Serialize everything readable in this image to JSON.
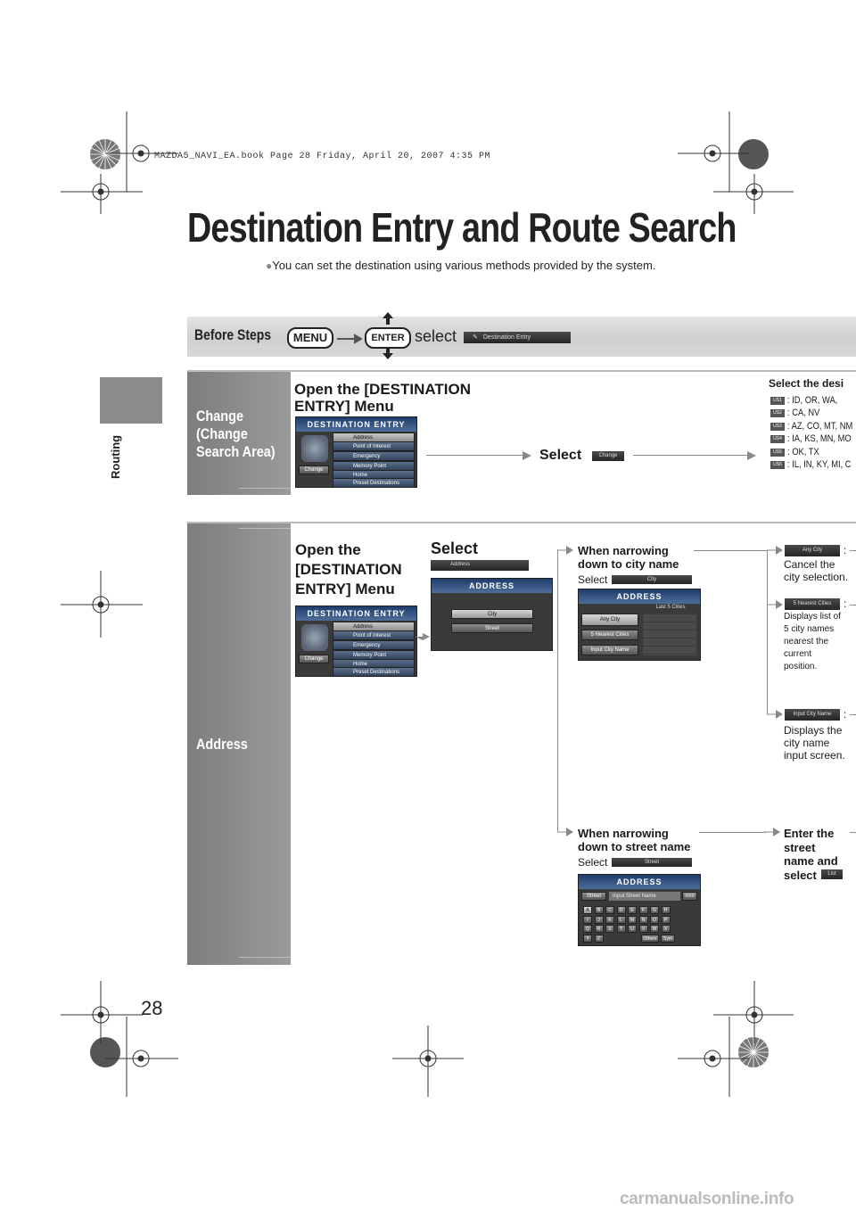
{
  "slug": "MAZDA5_NAVI_EA.book  Page 28  Friday, April 20, 2007  4:35 PM",
  "page": {
    "title": "Destination Entry and Route Search",
    "subtitle": "You can set the destination using various methods provided by the system.",
    "section_tab": "Routing",
    "page_number": "28",
    "footer_url": "carmanualsonline.info"
  },
  "before_steps": {
    "label": "Before Steps",
    "menu_key": "MENU",
    "enter_key": "ENTER",
    "select_text": "select",
    "chip": "Destination Entry"
  },
  "change": {
    "label": "Change\n(Change\nSearch Area)",
    "step1": "Open the [DESTINATION\nENTRY] Menu",
    "select_text": "Select",
    "select_chip": "Change",
    "result_head": "Select the desi",
    "zones": [
      {
        "chip": "US1",
        "states": ": ID, OR, WA,"
      },
      {
        "chip": "US2",
        "states": ": CA, NV"
      },
      {
        "chip": "US3",
        "states": ": AZ, CO, MT, NM"
      },
      {
        "chip": "US4",
        "states": ": IA, KS, MN, MO"
      },
      {
        "chip": "US5",
        "states": ": OK, TX"
      },
      {
        "chip": "US6",
        "states": ": IL, IN, KY, MI, C"
      }
    ]
  },
  "dest_menu": {
    "title": "DESTINATION ENTRY",
    "items": [
      "Address",
      "Point of Interest",
      "Emergency",
      "Memory Point",
      "Home",
      "Preset Destinations"
    ],
    "change_btn": "Change"
  },
  "address": {
    "label": "Address",
    "step1": "Open the\n[DESTINATION\nENTRY] Menu",
    "step2": "Select",
    "step2_chip": "Address",
    "screen_title": "ADDRESS",
    "screen_buttons": [
      "City",
      "Street"
    ],
    "city": {
      "heading": "When narrowing\ndown to city name",
      "select_text": "Select",
      "chip": "City",
      "screen_title": "ADDRESS",
      "last_cities": "Last 5 Cities",
      "buttons": [
        "Any City",
        "5 Nearest Cities",
        "Input City Name"
      ]
    },
    "street": {
      "heading": "When narrowing\ndown to street name",
      "select_text": "Select",
      "chip": "Street",
      "screen_title": "ADDRESS",
      "street_btn": "Street",
      "input_placeholder": "Input Street Name",
      "keys": [
        "A",
        "B",
        "C",
        "D",
        "E",
        "F",
        "G",
        "H",
        "I",
        "J",
        "K",
        "L",
        "M",
        "N",
        "O",
        "P",
        "Q",
        "R",
        "S",
        "T",
        "U",
        "V",
        "W",
        "X",
        "Y",
        "Z"
      ],
      "others": "Others",
      "sym": "Sym"
    },
    "options": [
      {
        "chip": "Any City",
        "desc": "Cancel the\ncity selection."
      },
      {
        "chip": "5 Nearest Cities",
        "desc": "Displays list of\n5 city names\nnearest the\ncurrent\nposition."
      },
      {
        "chip": "Input City Name",
        "desc": "Displays the\ncity name\ninput screen."
      }
    ],
    "enter_street": "Enter the\nstreet\nname and\nselect",
    "list_chip": "List"
  }
}
